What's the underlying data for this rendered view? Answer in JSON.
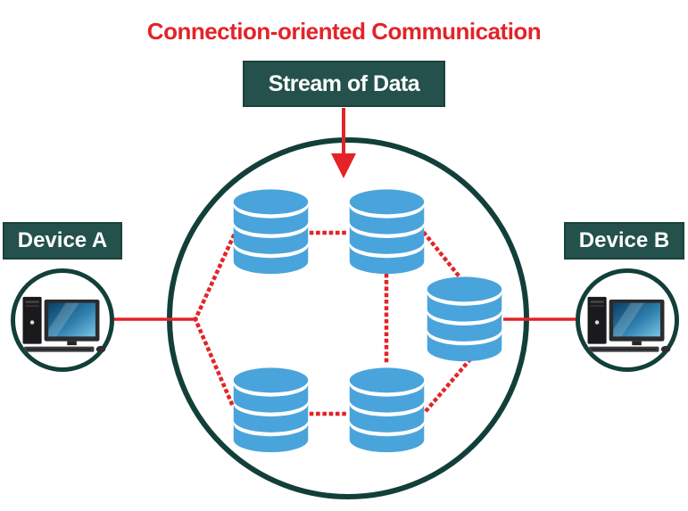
{
  "title": {
    "text": "Connection-oriented Communication"
  },
  "stream_box": {
    "label": "Stream of Data"
  },
  "device_a": {
    "label": "Device A"
  },
  "device_b": {
    "label": "Device B"
  },
  "network": {
    "boundary": "circle",
    "node_icon": "database-icon",
    "node_count": 5,
    "node_positions": [
      "top-left",
      "top-right",
      "right",
      "bottom-left",
      "bottom-right"
    ],
    "link_style": "red-dotted",
    "device_link_style": "red-solid"
  },
  "icons": {
    "device": "desktop-computer-icon",
    "node": "database-icon",
    "flow": "down-arrow-icon"
  },
  "colors": {
    "accent_red": "#e32328",
    "teal_box": "#24514b",
    "teal_border": "#123f39",
    "node_blue": "#4aa4dc",
    "background": "#ffffff",
    "label_text": "#ffffff"
  }
}
